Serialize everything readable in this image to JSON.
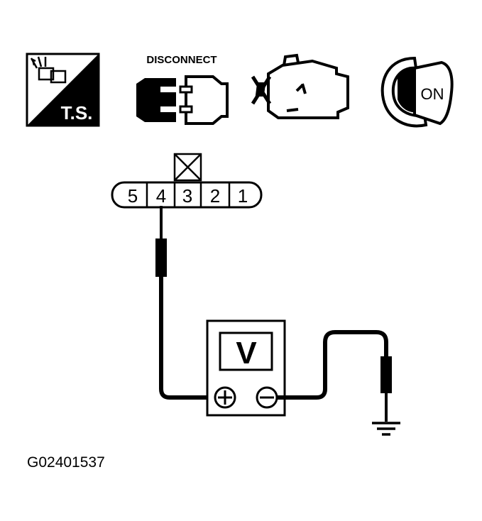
{
  "icons": {
    "ts_label": "T.S.",
    "disconnect_label": "DISCONNECT",
    "ignition_label": "ON"
  },
  "connector": {
    "pins": [
      "5",
      "4",
      "3",
      "2",
      "1"
    ],
    "probed_pin": "4",
    "unused_pin": "3"
  },
  "meter": {
    "mode_label": "V",
    "positive_symbol": "+",
    "negative_symbol": "−"
  },
  "figure_id": "G02401537",
  "colors": {
    "ink": "#000000",
    "paper": "#ffffff"
  }
}
